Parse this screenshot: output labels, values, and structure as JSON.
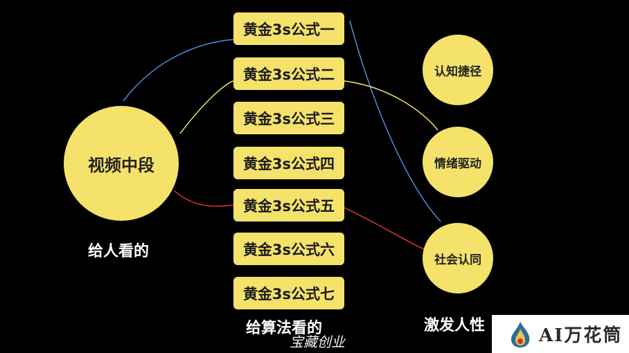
{
  "colors": {
    "background": "#000000",
    "node_fill": "#f5e26b",
    "link_blue": "#4a90e2",
    "link_yellow": "#f5e26b",
    "link_red": "#e0322e"
  },
  "left_node": {
    "label": "视频中段",
    "caption": "给人看的"
  },
  "formulas": {
    "caption": "给算法看的",
    "items": [
      "黄金3s公式一",
      "黄金3s公式二",
      "黄金3s公式三",
      "黄金3s公式四",
      "黄金3s公式五",
      "黄金3s公式六",
      "黄金3s公式七"
    ]
  },
  "right_nodes": {
    "caption": "激发人性",
    "items": [
      "认知捷径",
      "情绪驱动",
      "社会认同"
    ]
  },
  "signature": "宝藏创业",
  "brand": {
    "name": "AI万花筒",
    "logo": "flame-logo"
  }
}
